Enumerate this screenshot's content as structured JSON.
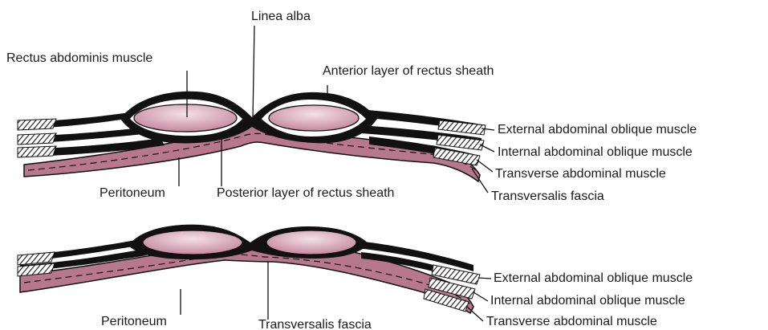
{
  "colors": {
    "tissue": "#b7788e",
    "muscle": "#d8a8b6",
    "outline": "#111111",
    "background": "#ffffff"
  },
  "labels": {
    "linea_alba": "Linea alba",
    "rectus_abdominis": "Rectus abdominis muscle",
    "anterior_layer": "Anterior layer of rectus sheath",
    "posterior_layer": "Posterior layer of rectus sheath",
    "peritoneum_top": "Peritoneum",
    "peritoneum_bottom": "Peritoneum",
    "external_oblique_top": "External abdominal oblique muscle",
    "internal_oblique_top": "Internal abdominal oblique muscle",
    "transverse_top": "Transverse abdominal muscle",
    "transversalis_fascia_top": "Transversalis fascia",
    "external_oblique_bottom": "External abdominal oblique muscle",
    "internal_oblique_bottom": "Internal abdominal oblique muscle",
    "transverse_bottom": "Transverse abdominal muscle",
    "transversalis_fascia_bottom": "Transversalis fascia"
  }
}
